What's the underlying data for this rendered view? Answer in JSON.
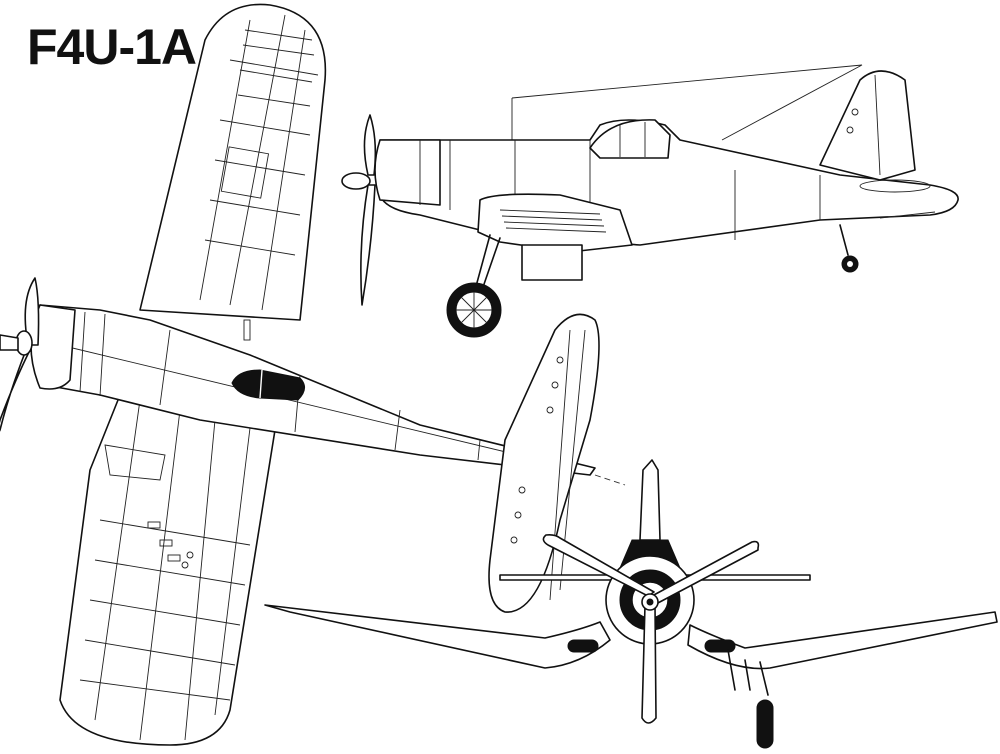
{
  "title": "F4U-1A",
  "diagram": {
    "type": "aircraft three-view line drawing",
    "views": [
      {
        "name": "plan-view",
        "label": ""
      },
      {
        "name": "side-view",
        "label": ""
      },
      {
        "name": "front-view",
        "label": ""
      }
    ],
    "colors": {
      "ink": "#111111",
      "paper": "#ffffff"
    }
  }
}
